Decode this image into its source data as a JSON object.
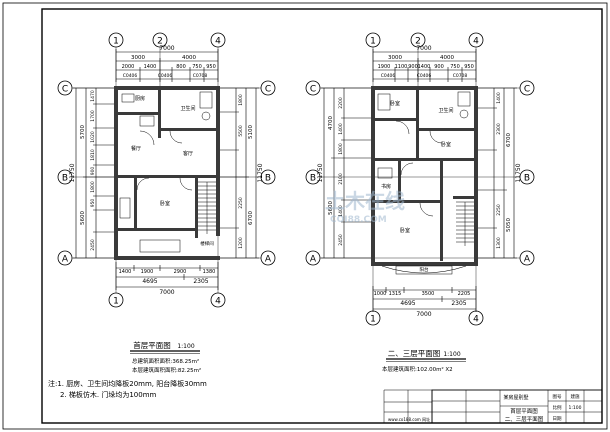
{
  "axes": {
    "cols": [
      "1",
      "2",
      "4"
    ],
    "rows": [
      "C",
      "B",
      "A"
    ]
  },
  "plan1": {
    "top_overall": "7000",
    "top_segments": [
      "3000",
      "4000"
    ],
    "top_detail": [
      "2000",
      "1400",
      "800",
      "750",
      "950"
    ],
    "top_detail2": [
      "C0406",
      "C0406",
      "C0708"
    ],
    "left_overall": "11750",
    "left_segments": [
      "5700",
      "5600"
    ],
    "left_detail": [
      "1470",
      "1700",
      "1020",
      "1810",
      "900",
      "1800",
      "950",
      "2450"
    ],
    "right_overall": "11750",
    "right_segments": [
      "5100",
      "6700"
    ],
    "right_detail": [
      "1800",
      "5500",
      "2250",
      "1200"
    ],
    "bottom_detail": [
      "1400",
      "1900",
      "2900",
      "1380"
    ],
    "bottom_segments": [
      "4695",
      "2305"
    ],
    "bottom_overall": "7000",
    "room_labels": [
      "厨房",
      "卫生间",
      "客厅",
      "餐厅",
      "卧室",
      "楼梯间"
    ],
    "title": "首层平面图",
    "scale": "1:100",
    "note1": "总建筑面积面积:368.25m²",
    "note2": "本层建筑面积面积:82.25m²"
  },
  "plan2": {
    "top_overall": "7000",
    "top_segments": [
      "3000",
      "4000"
    ],
    "top_detail": [
      "1900",
      "1100",
      "900",
      "1400",
      "900",
      "750",
      "950"
    ],
    "top_detail2": [
      "C0406",
      "C0406",
      "C0708"
    ],
    "left_overall": "11750",
    "left_segments": [
      "4700",
      "5600"
    ],
    "left_detail": [
      "2200",
      "1400",
      "1800",
      "2100",
      "1400",
      "2450"
    ],
    "right_overall": "11750",
    "right_segments": [
      "6700",
      "5050"
    ],
    "right_detail": [
      "1400",
      "2300",
      "2250",
      "1300"
    ],
    "bottom_detail": [
      "1000",
      "1315",
      "3500",
      "2205"
    ],
    "bottom_segments": [
      "4695",
      "2305"
    ],
    "bottom_overall": "7000",
    "room_labels": [
      "卧室",
      "卫生间",
      "卧室",
      "阳台",
      "书房",
      "卧室"
    ],
    "title": "二、三层平面图",
    "scale": "1:100",
    "note1": "本层建筑面积:102.00m² X2"
  },
  "notes": {
    "line1": "注:1. 厨房、卫生间均降板20mm, 阳台降板30mm",
    "line2": "2. 梯板仿木. 门垛均为100mm"
  },
  "title_block": {
    "project": "某房屋别墅",
    "drawing1": "首层平面图",
    "drawing2": "二、三层平面图",
    "cells": [
      "图号",
      "比例",
      "日期",
      "建施",
      "1:100"
    ]
  },
  "watermark": {
    "text": "土木在线",
    "sub": "COI88.COM"
  },
  "stamp_text": "www.co188.com 网址"
}
